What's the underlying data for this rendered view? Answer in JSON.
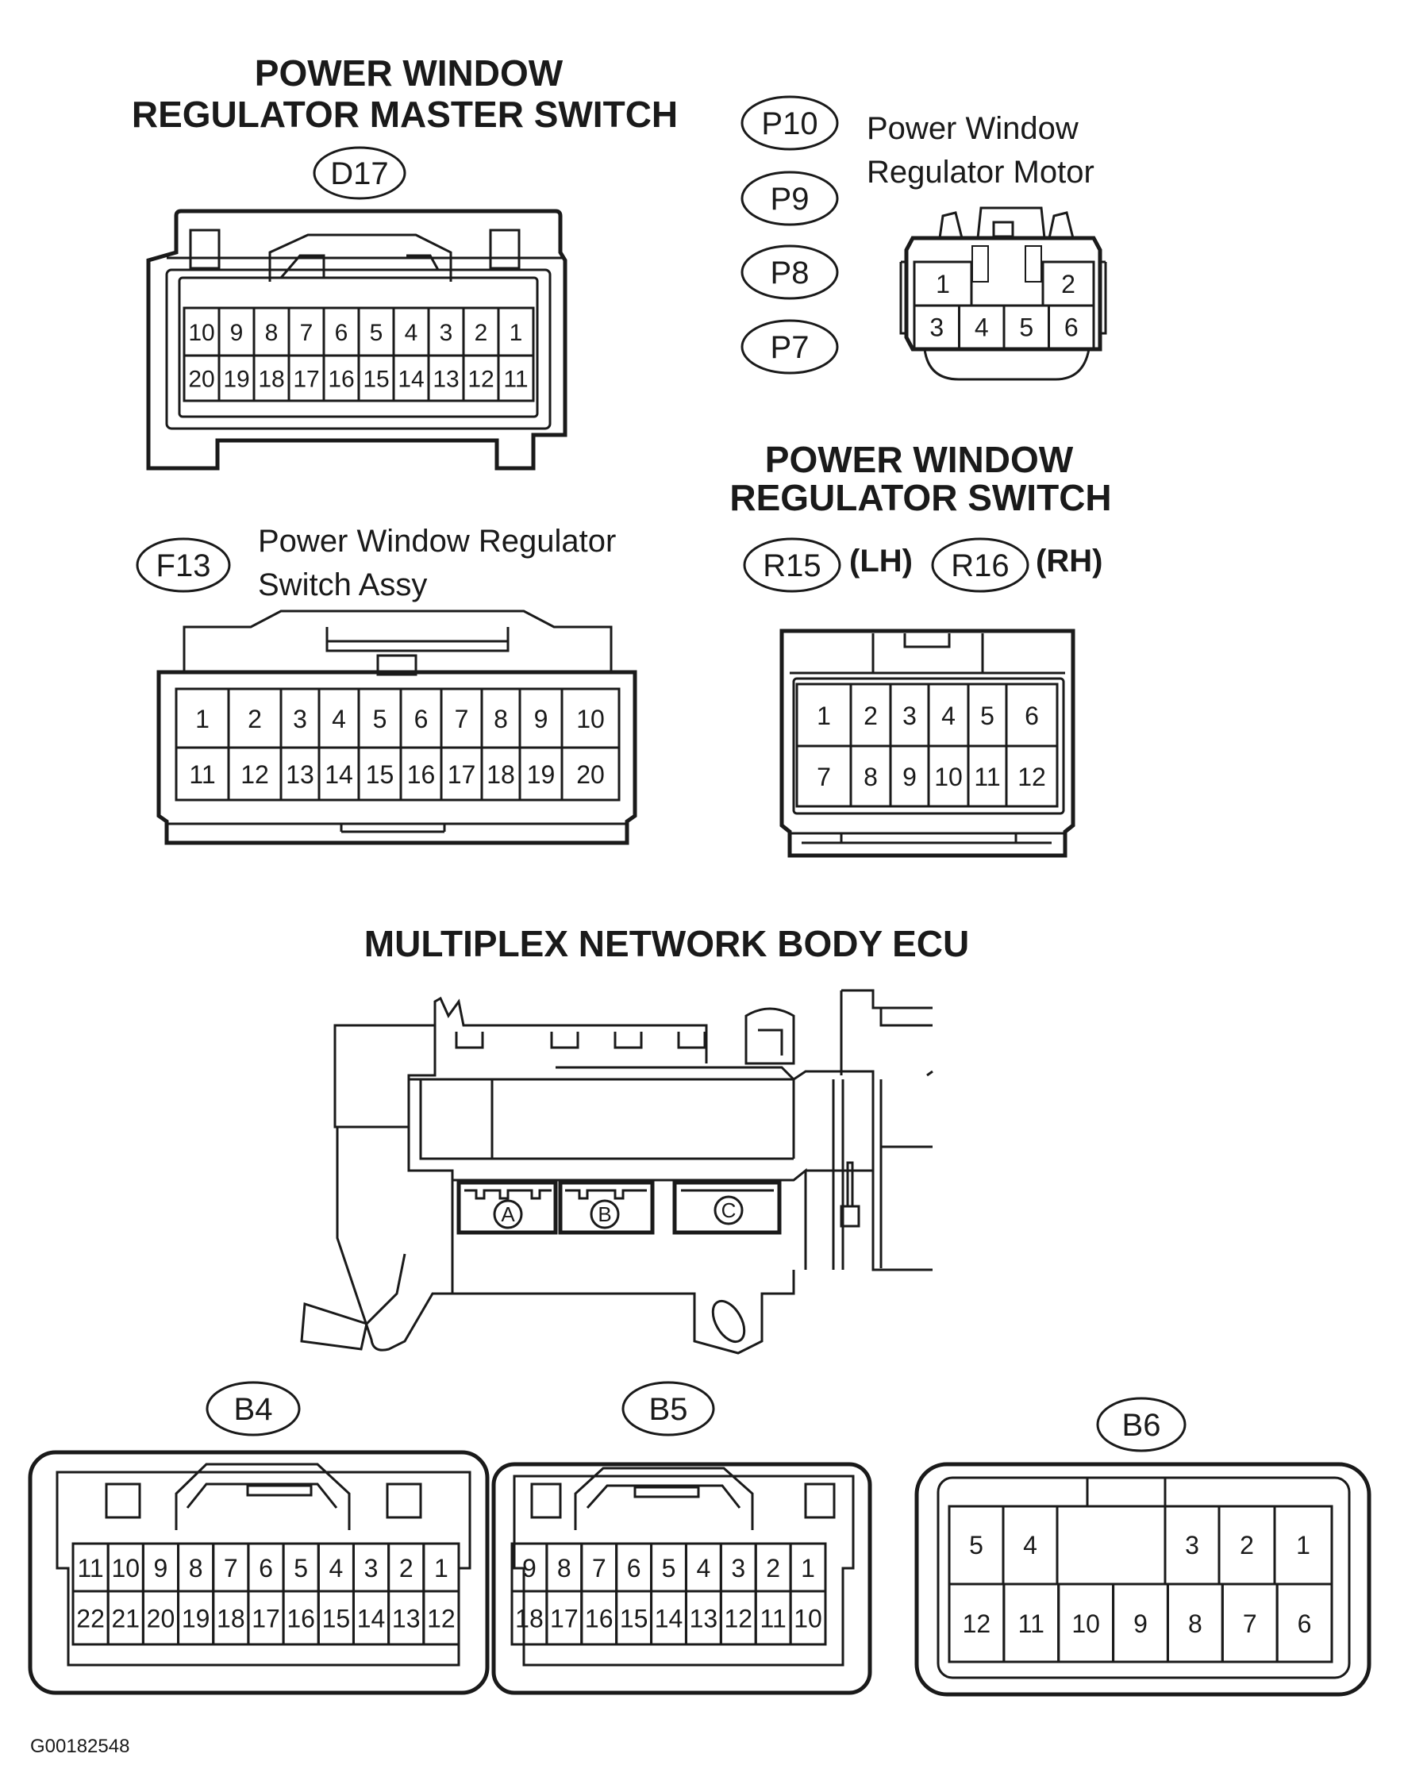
{
  "titles": {
    "master_switch_l1": "POWER WINDOW",
    "master_switch_l2": "REGULATOR MASTER SWITCH",
    "regulator_switch_l1": "POWER WINDOW",
    "regulator_switch_l2": "REGULATOR SWITCH",
    "ecu": "MULTIPLEX NETWORK BODY ECU"
  },
  "labels": {
    "motor_l1": "Power Window",
    "motor_l2": "Regulator Motor",
    "assy_l1": "Power Window Regulator",
    "assy_l2": "Switch Assy",
    "lh": "(LH)",
    "rh": "(RH)"
  },
  "connector_ids": {
    "d17": "D17",
    "p10": "P10",
    "p9": "P9",
    "p8": "P8",
    "p7": "P7",
    "f13": "F13",
    "r15": "R15",
    "r16": "R16",
    "b4": "B4",
    "b5": "B5",
    "b6": "B6"
  },
  "ecu_ports": {
    "a": "A",
    "b": "B",
    "c": "C"
  },
  "pins": {
    "d17_top": [
      "10",
      "9",
      "8",
      "7",
      "6",
      "5",
      "4",
      "3",
      "2",
      "1"
    ],
    "d17_bottom": [
      "20",
      "19",
      "18",
      "17",
      "16",
      "15",
      "14",
      "13",
      "12",
      "11"
    ],
    "motor_top": [
      "1",
      "2"
    ],
    "motor_bottom": [
      "3",
      "4",
      "5",
      "6"
    ],
    "f13_top": [
      "1",
      "2",
      "3",
      "4",
      "5",
      "6",
      "7",
      "8",
      "9",
      "10"
    ],
    "f13_bottom": [
      "11",
      "12",
      "13",
      "14",
      "15",
      "16",
      "17",
      "18",
      "19",
      "20"
    ],
    "r_top": [
      "1",
      "2",
      "3",
      "4",
      "5",
      "6"
    ],
    "r_bottom": [
      "7",
      "8",
      "9",
      "10",
      "11",
      "12"
    ],
    "b4_top": [
      "11",
      "10",
      "9",
      "8",
      "7",
      "6",
      "5",
      "4",
      "3",
      "2",
      "1"
    ],
    "b4_bottom": [
      "22",
      "21",
      "20",
      "19",
      "18",
      "17",
      "16",
      "15",
      "14",
      "13",
      "12"
    ],
    "b5_top": [
      "9",
      "8",
      "7",
      "6",
      "5",
      "4",
      "3",
      "2",
      "1"
    ],
    "b5_bottom": [
      "18",
      "17",
      "16",
      "15",
      "14",
      "13",
      "12",
      "11",
      "10"
    ],
    "b6_top": [
      "5",
      "4",
      "3",
      "2",
      "1"
    ],
    "b6_bottom": [
      "12",
      "11",
      "10",
      "9",
      "8",
      "7",
      "6"
    ]
  },
  "figure_id": "G00182548"
}
